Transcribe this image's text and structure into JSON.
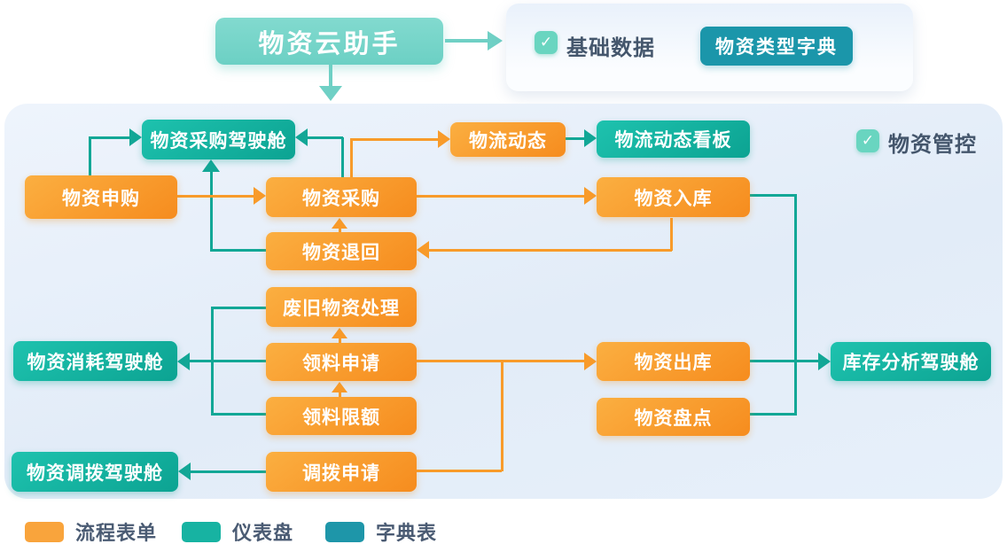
{
  "hero": {
    "title": "物资云助手"
  },
  "base_data": {
    "label": "基础数据",
    "button": "物资类型字典"
  },
  "panel": {
    "label": "物资管控"
  },
  "icons": {
    "check": "✓"
  },
  "nodes": {
    "purchase_dashboard": "物资采购驾驶舱",
    "material_apply": "物资申购",
    "material_purchase": "物资采购",
    "logistics_status": "物流动态",
    "logistics_board": "物流动态看板",
    "material_inbound": "物资入库",
    "material_return": "物资退回",
    "scrap_disposal": "废旧物资处理",
    "consumption_dashboard": "物资消耗驾驶舱",
    "picking_request": "领料申请",
    "picking_quota": "领料限额",
    "material_outbound": "物资出库",
    "stock_count": "物资盘点",
    "inventory_dashboard": "库存分析驾驶舱",
    "transfer_dashboard": "物资调拨驾驶舱",
    "transfer_request": "调拨申请"
  },
  "legend": {
    "items": [
      {
        "label": "流程表单",
        "color": "#F9A43C"
      },
      {
        "label": "仪表盘",
        "color": "#17B3A2"
      },
      {
        "label": "字典表",
        "color": "#1E96A9"
      }
    ]
  }
}
